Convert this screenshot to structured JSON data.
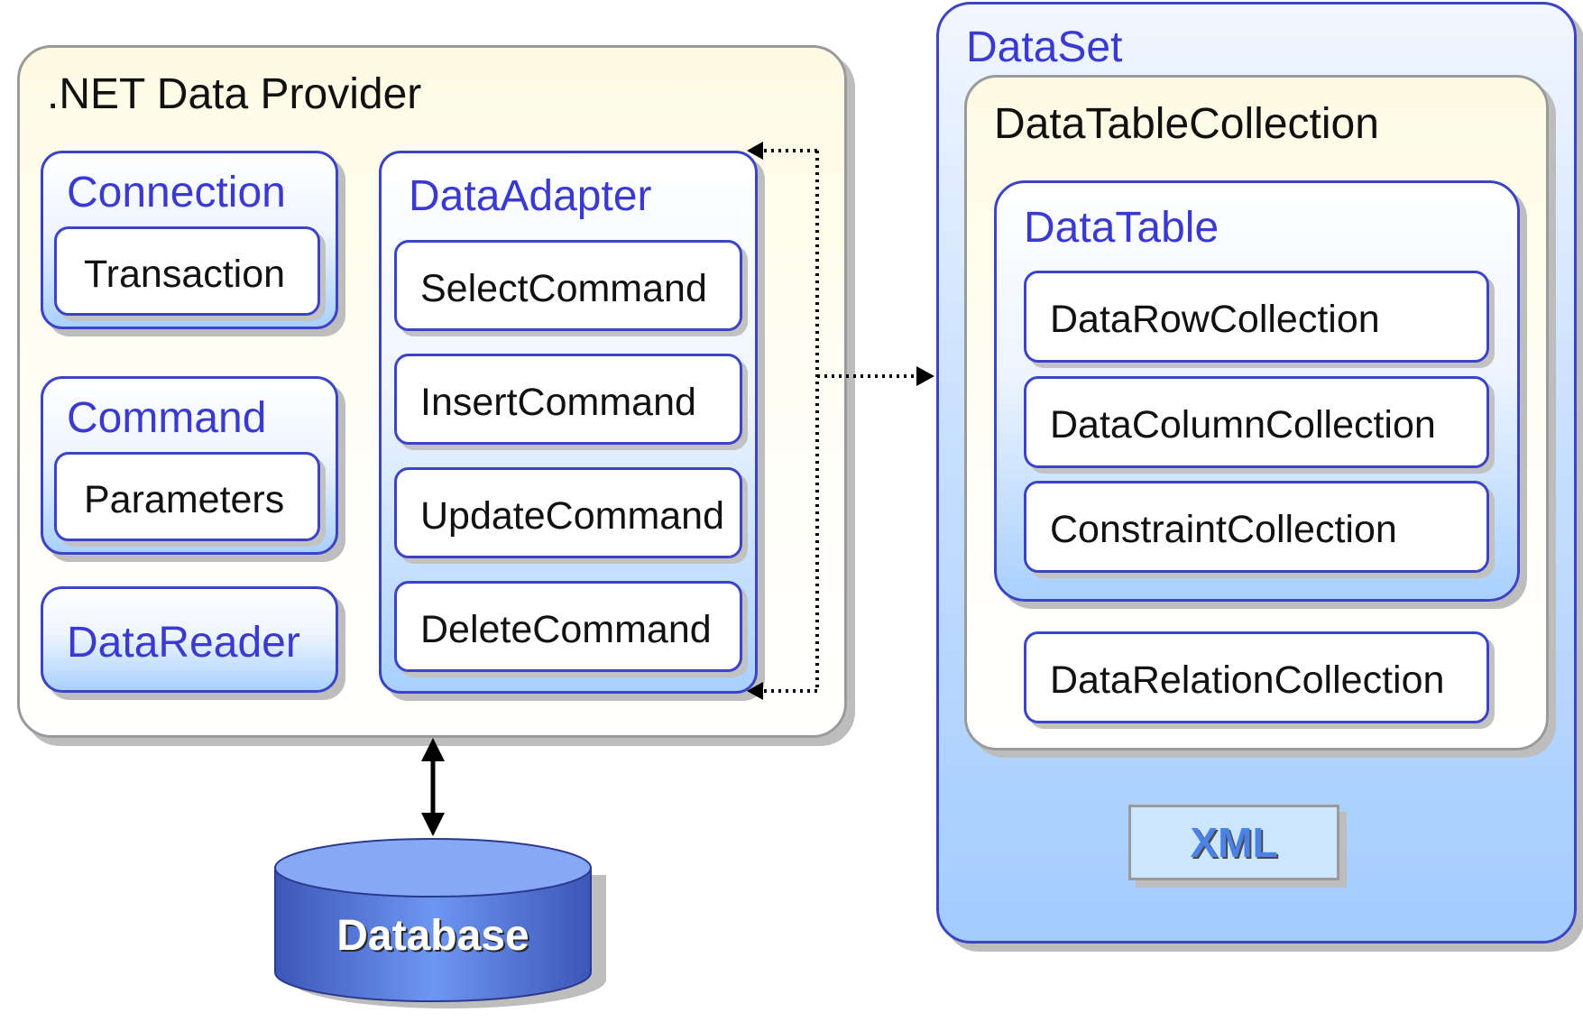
{
  "provider": {
    "title": ".NET Data Provider",
    "connection": {
      "title": "Connection",
      "child": "Transaction"
    },
    "command": {
      "title": "Command",
      "child": "Parameters"
    },
    "datareader": {
      "title": "DataReader"
    },
    "dataadapter": {
      "title": "DataAdapter",
      "commands": [
        "SelectCommand",
        "InsertCommand",
        "UpdateCommand",
        "DeleteCommand"
      ]
    }
  },
  "dataset": {
    "title": "DataSet",
    "collection": {
      "title": "DataTableCollection",
      "datatable": {
        "title": "DataTable",
        "items": [
          "DataRowCollection",
          "DataColumnCollection",
          "ConstraintCollection"
        ]
      },
      "relations": "DataRelationCollection"
    },
    "xml": "XML"
  },
  "database": {
    "label": "Database"
  }
}
